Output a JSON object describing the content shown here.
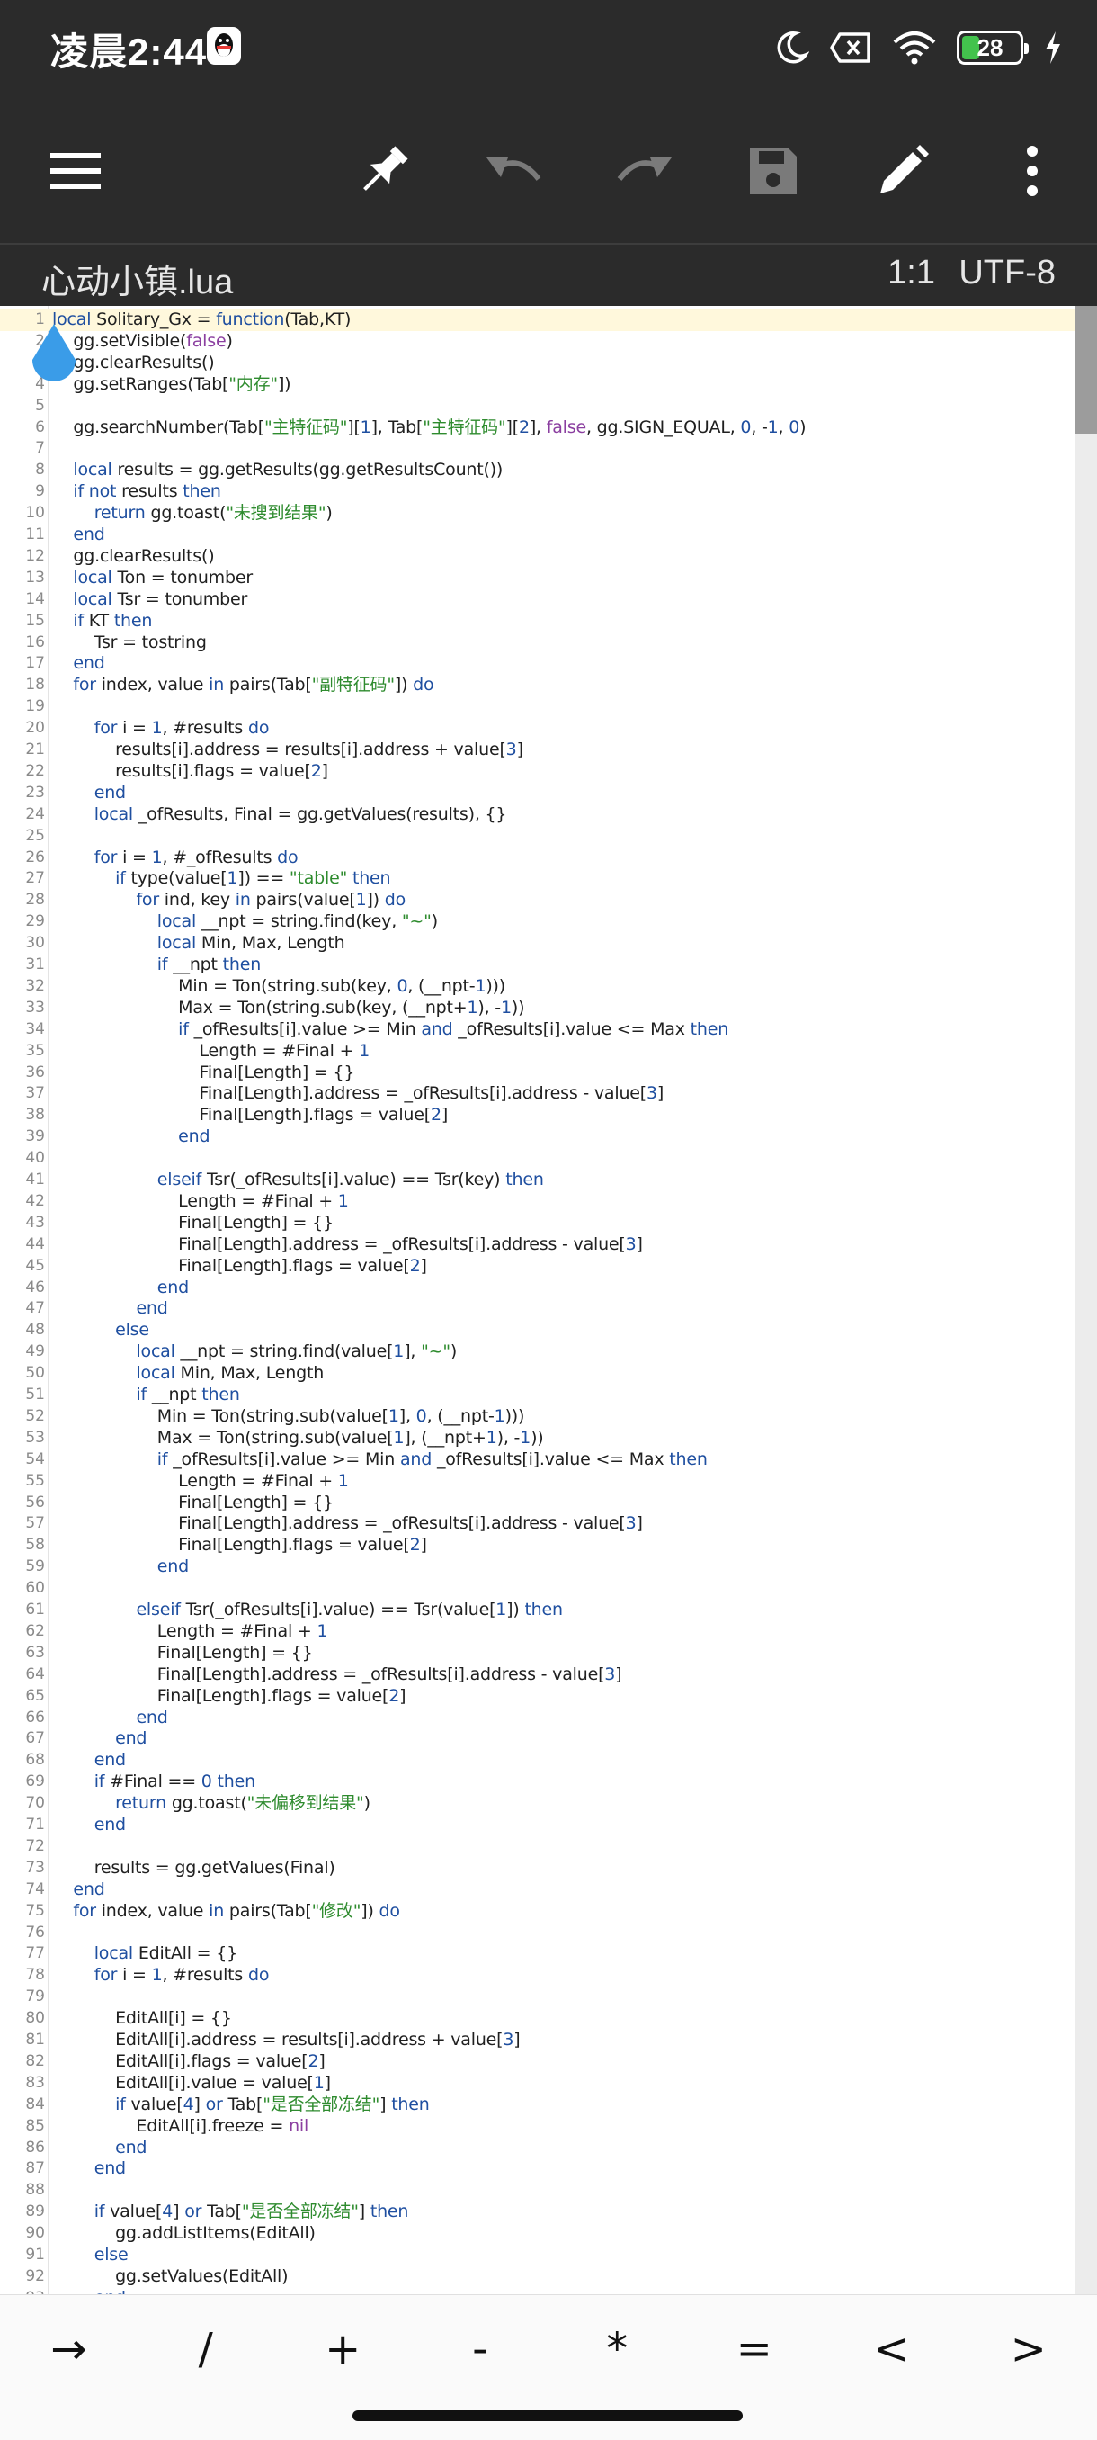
{
  "status": {
    "time": "凌晨2:44",
    "battery": "28",
    "icons": [
      "qq-icon",
      "moon-icon",
      "sim-off-icon",
      "wifi-icon",
      "battery-icon",
      "charging-icon"
    ]
  },
  "toolbar": {
    "buttons": [
      "menu-icon",
      "pin-icon",
      "undo-icon",
      "redo-icon",
      "save-icon",
      "edit-icon",
      "more-icon"
    ]
  },
  "file": {
    "name": "心动小镇.lua",
    "cursor": "1:1",
    "encoding": "UTF-8"
  },
  "code_lines": [
    "local Solitary_Gx = function(Tab,KT)",
    "    gg.setVisible(false)",
    "    gg.clearResults()",
    "    gg.setRanges(Tab[\"内存\"])",
    "",
    "    gg.searchNumber(Tab[\"主特征码\"][1], Tab[\"主特征码\"][2], false, gg.SIGN_EQUAL, 0, -1, 0)",
    "",
    "    local results = gg.getResults(gg.getResultsCount())",
    "    if not results then",
    "        return gg.toast(\"未搜到结果\")",
    "    end",
    "    gg.clearResults()",
    "    local Ton = tonumber",
    "    local Tsr = tonumber",
    "    if KT then",
    "        Tsr = tostring",
    "    end",
    "    for index, value in pairs(Tab[\"副特征码\"]) do",
    "",
    "        for i = 1, #results do",
    "            results[i].address = results[i].address + value[3]",
    "            results[i].flags = value[2]",
    "        end",
    "        local _ofResults, Final = gg.getValues(results), {}",
    "",
    "        for i = 1, #_ofResults do",
    "            if type(value[1]) == \"table\" then",
    "                for ind, key in pairs(value[1]) do",
    "                    local __npt = string.find(key, \"~\")",
    "                    local Min, Max, Length",
    "                    if __npt then",
    "                        Min = Ton(string.sub(key, 0, (__npt-1)))",
    "                        Max = Ton(string.sub(key, (__npt+1), -1))",
    "                        if _ofResults[i].value >= Min and _ofResults[i].value <= Max then",
    "                            Length = #Final + 1",
    "                            Final[Length] = {}",
    "                            Final[Length].address = _ofResults[i].address - value[3]",
    "                            Final[Length].flags = value[2]",
    "                        end",
    "",
    "                    elseif Tsr(_ofResults[i].value) == Tsr(key) then",
    "                        Length = #Final + 1",
    "                        Final[Length] = {}",
    "                        Final[Length].address = _ofResults[i].address - value[3]",
    "                        Final[Length].flags = value[2]",
    "                    end",
    "                end",
    "            else",
    "                local __npt = string.find(value[1], \"~\")",
    "                local Min, Max, Length",
    "                if __npt then",
    "                    Min = Ton(string.sub(value[1], 0, (__npt-1)))",
    "                    Max = Ton(string.sub(value[1], (__npt+1), -1))",
    "                    if _ofResults[i].value >= Min and _ofResults[i].value <= Max then",
    "                        Length = #Final + 1",
    "                        Final[Length] = {}",
    "                        Final[Length].address = _ofResults[i].address - value[3]",
    "                        Final[Length].flags = value[2]",
    "                    end",
    "",
    "                elseif Tsr(_ofResults[i].value) == Tsr(value[1]) then",
    "                    Length = #Final + 1",
    "                    Final[Length] = {}",
    "                    Final[Length].address = _ofResults[i].address - value[3]",
    "                    Final[Length].flags = value[2]",
    "                end",
    "            end",
    "        end",
    "        if #Final == 0 then",
    "            return gg.toast(\"未偏移到结果\")",
    "        end",
    "",
    "        results = gg.getValues(Final)",
    "    end",
    "    for index, value in pairs(Tab[\"修改\"]) do",
    "",
    "        local EditAll = {}",
    "        for i = 1, #results do",
    "",
    "            EditAll[i] = {}",
    "            EditAll[i].address = results[i].address + value[3]",
    "            EditAll[i].flags = value[2]",
    "            EditAll[i].value = value[1]",
    "            if value[4] or Tab[\"是否全部冻结\"] then",
    "                EditAll[i].freeze = nil",
    "            end",
    "        end",
    "",
    "        if value[4] or Tab[\"是否全部冻结\"] then",
    "            gg.addListItems(EditAll)",
    "        else",
    "            gg.setValues(EditAll)",
    "        end"
  ],
  "keys": [
    "→",
    "/",
    "+",
    "-",
    "*",
    "=",
    "<",
    ">"
  ],
  "colors": {
    "bar": "#2b2b2b",
    "keyword": "#1f4fa0",
    "string": "#2e8b2e",
    "boolean": "#8b3fa0",
    "current_line": "#fff8dc",
    "battery": "#43c24d"
  }
}
